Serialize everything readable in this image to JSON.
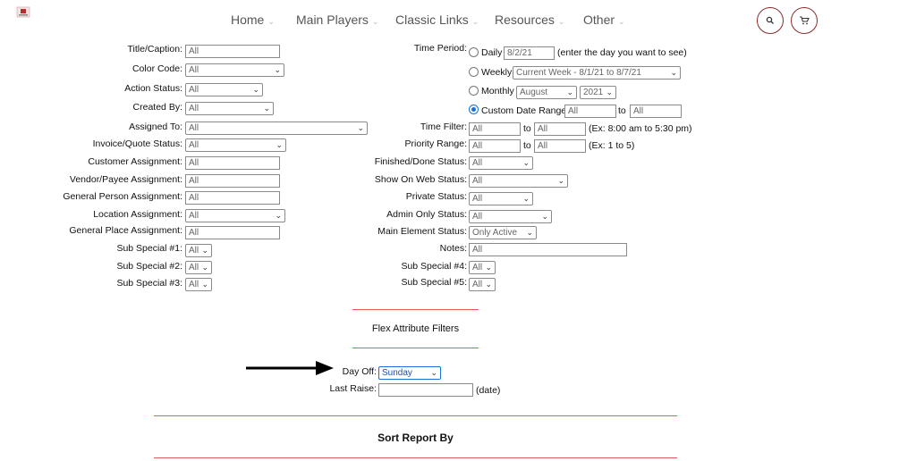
{
  "nav": {
    "items": [
      {
        "label": "Home"
      },
      {
        "label": "Main Players"
      },
      {
        "label": "Classic Links"
      },
      {
        "label": "Resources"
      },
      {
        "label": "Other"
      }
    ]
  },
  "left_fields": {
    "title_caption": {
      "label": "Title/Caption:",
      "value": "All"
    },
    "color_code": {
      "label": "Color Code:",
      "value": "All"
    },
    "action_status": {
      "label": "Action Status:",
      "value": "All"
    },
    "created_by": {
      "label": "Created By:",
      "value": "All"
    },
    "assigned_to": {
      "label": "Assigned To:",
      "value": "All"
    },
    "invoice_quote_status": {
      "label": "Invoice/Quote Status:",
      "value": "All"
    },
    "customer_assignment": {
      "label": "Customer Assignment:",
      "value": "All"
    },
    "vendor_payee_assignment": {
      "label": "Vendor/Payee Assignment:",
      "value": "All"
    },
    "general_person_assignment": {
      "label": "General Person Assignment:",
      "value": "All"
    },
    "location_assignment": {
      "label": "Location Assignment:",
      "value": "All"
    },
    "general_place_assignment": {
      "label": "General Place Assignment:",
      "value": "All"
    },
    "sub_special_1": {
      "label": "Sub Special #1:",
      "value": "All"
    },
    "sub_special_2": {
      "label": "Sub Special #2:",
      "value": "All"
    },
    "sub_special_3": {
      "label": "Sub Special #3:",
      "value": "All"
    }
  },
  "time_period": {
    "label": "Time Period:",
    "daily": {
      "label": "Daily",
      "value": "8/2/21",
      "hint": "(enter the day you want to see)"
    },
    "weekly": {
      "label": "Weekly",
      "value": "Current Week - 8/1/21 to 8/7/21"
    },
    "monthly": {
      "label": "Monthly",
      "month": "August",
      "year": "2021"
    },
    "custom": {
      "label": "Custom Date Range",
      "from": "All",
      "to_label": "to",
      "to": "All"
    }
  },
  "right_fields": {
    "time_filter": {
      "label": "Time Filter:",
      "from": "All",
      "to_label": "to",
      "to": "All",
      "hint": "(Ex: 8:00 am to 5:30 pm)"
    },
    "priority_range": {
      "label": "Priority Range:",
      "from": "All",
      "to_label": "to",
      "to": "All",
      "hint": "(Ex: 1 to 5)"
    },
    "finished_done_status": {
      "label": "Finished/Done Status:",
      "value": "All"
    },
    "show_on_web_status": {
      "label": "Show On Web Status:",
      "value": "All"
    },
    "private_status": {
      "label": "Private Status:",
      "value": "All"
    },
    "admin_only_status": {
      "label": "Admin Only Status:",
      "value": "All"
    },
    "main_element_status": {
      "label": "Main Element Status:",
      "value": "Only Active"
    },
    "notes": {
      "label": "Notes:",
      "value": "All"
    },
    "sub_special_4": {
      "label": "Sub Special #4:",
      "value": "All"
    },
    "sub_special_5": {
      "label": "Sub Special #5:",
      "value": "All"
    }
  },
  "flex": {
    "heading": "Flex Attribute Filters",
    "day_off": {
      "label": "Day Off:",
      "value": "Sunday"
    },
    "last_raise": {
      "label": "Last Raise:",
      "value": "",
      "hint": "(date)"
    }
  },
  "sort": {
    "heading": "Sort Report By"
  },
  "colors": {
    "accent": "#e35b5b",
    "brand": "#8b2d2d",
    "radio": "#1a6fd8"
  }
}
